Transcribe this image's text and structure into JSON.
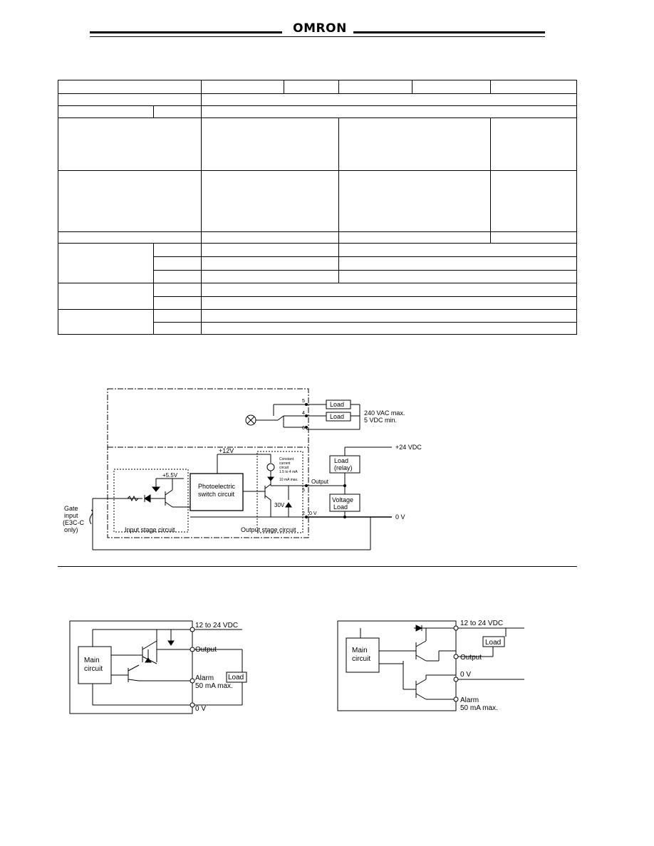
{
  "header": {
    "logo": "OMRON"
  },
  "circuit1": {
    "load_top": "Load",
    "load_mid": "Load",
    "relay_voltage_1": "240 VAC max.",
    "relay_voltage_2": "5 VDC min.",
    "term_5_top": "5",
    "term_4": "4",
    "term_6": "6",
    "supply": "+24 VDC",
    "v12": "+12V",
    "v5": "+5.5V",
    "const_current_1": "Constant",
    "const_current_2": "current",
    "const_current_3": "circuit",
    "const_current_4": "1.5 to 4 mA",
    "output_current": "10 mA max.",
    "zener": "30V",
    "photo_1": "Photoelectric",
    "photo_2": "switch circuit",
    "output": "Output",
    "term_5_out": "5",
    "term_2": "2",
    "zero_v_term": "0 V",
    "load_relay_1": "Load",
    "load_relay_2": "(relay)",
    "voltage_load_1": "Voltage",
    "voltage_load_2": "Load",
    "zero_v": "0 V",
    "gate_1": "Gate",
    "gate_2": "input",
    "gate_3": "(E3C-C",
    "gate_4": "only)",
    "input_stage": "Input stage circuit",
    "output_stage": "Output stage circuit"
  },
  "circuit2": {
    "supply": "12 to 24 VDC",
    "output": "Output",
    "main_1": "Main",
    "main_2": "circuit",
    "alarm": "Alarm",
    "alarm_max": "50 mA max.",
    "load": "Load",
    "zero_v": "0 V"
  },
  "circuit3": {
    "supply": "12 to 24 VDC",
    "load": "Load",
    "main_1": "Main",
    "main_2": "circuit",
    "output": "Output",
    "zero_v": "0 V",
    "alarm": "Alarm",
    "alarm_max": "50 mA max."
  }
}
